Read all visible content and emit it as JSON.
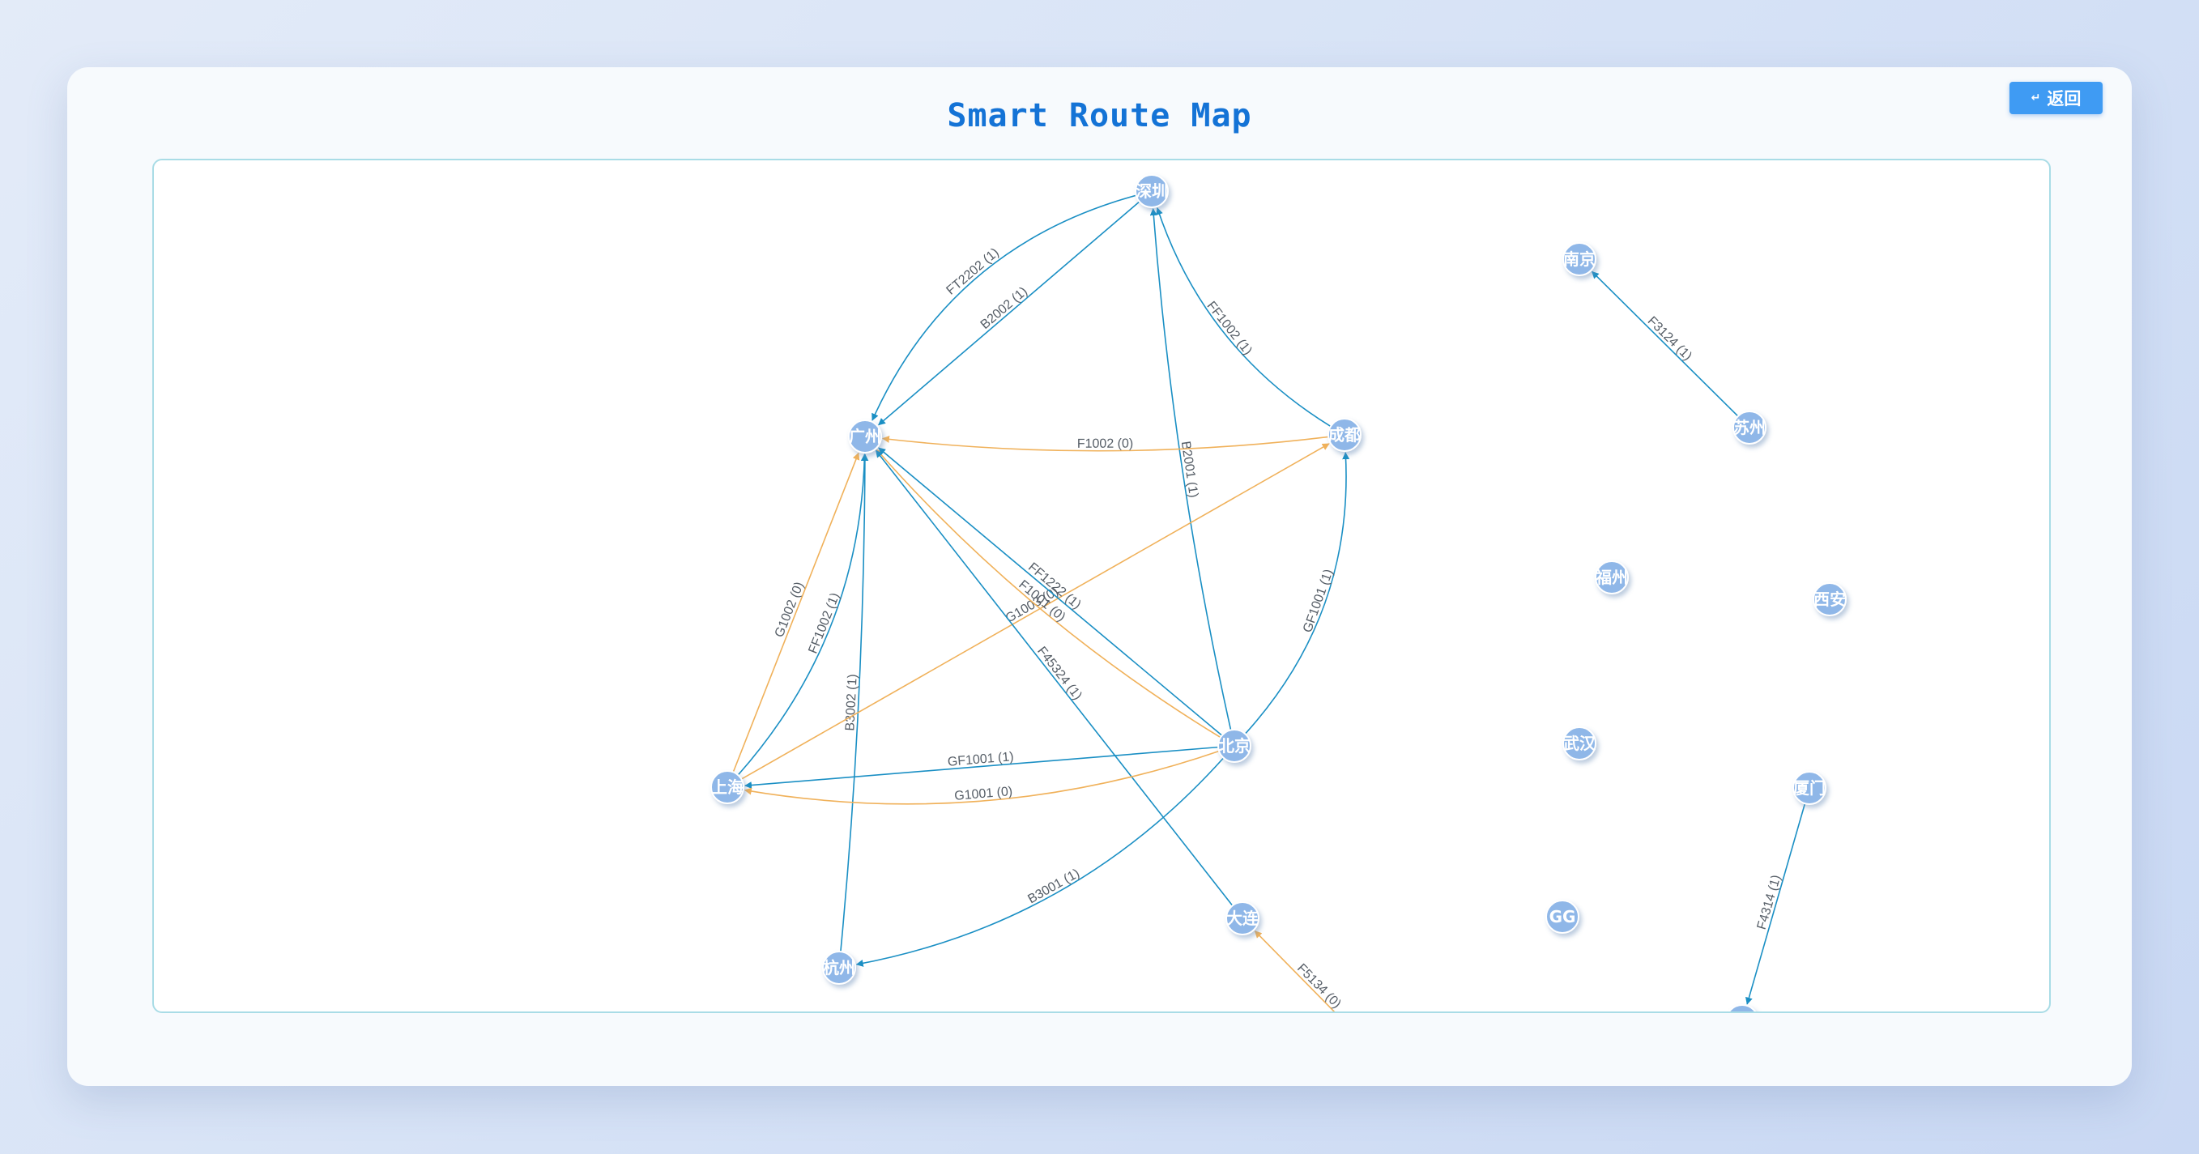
{
  "title": "Smart Route Map",
  "back_button": {
    "icon": "back-icon",
    "label": "返回"
  },
  "colors": {
    "status_1": "#1a8fc4",
    "status_0": "#f0b15a",
    "node": "#8fb7e8",
    "title": "#1473d6"
  },
  "nodes": [
    {
      "id": "shenzhen",
      "label": "深圳"
    },
    {
      "id": "guangzhou",
      "label": "广州"
    },
    {
      "id": "chengdu",
      "label": "成都"
    },
    {
      "id": "nanjing",
      "label": "南京"
    },
    {
      "id": "suzhou",
      "label": "苏州"
    },
    {
      "id": "fuzhou",
      "label": "福州"
    },
    {
      "id": "xian",
      "label": "西安"
    },
    {
      "id": "shanghai",
      "label": "上海"
    },
    {
      "id": "beijing",
      "label": "北京"
    },
    {
      "id": "wuhan",
      "label": "武汉"
    },
    {
      "id": "xiamen",
      "label": "厦门"
    },
    {
      "id": "dalian",
      "label": "大连"
    },
    {
      "id": "gg",
      "label": "GG"
    },
    {
      "id": "hangzhou",
      "label": "杭州"
    },
    {
      "id": "unlabeled",
      "label": ""
    }
  ],
  "edges": [
    {
      "from": "shenzhen",
      "to": "guangzhou",
      "label": "FT2202 (1)",
      "status": 1
    },
    {
      "from": "shenzhen",
      "to": "guangzhou",
      "label": "B2002 (1)",
      "status": 1
    },
    {
      "from": "chengdu",
      "to": "shenzhen",
      "label": "FF1002 (1)",
      "status": 1
    },
    {
      "from": "beijing",
      "to": "shenzhen",
      "label": "B2001 (1)",
      "status": 1
    },
    {
      "from": "chengdu",
      "to": "guangzhou",
      "label": "F1002 (0)",
      "status": 0
    },
    {
      "from": "suzhou",
      "to": "nanjing",
      "label": "F3124 (1)",
      "status": 1
    },
    {
      "from": "shanghai",
      "to": "guangzhou",
      "label": "FF1002 (1)",
      "status": 1
    },
    {
      "from": "shanghai",
      "to": "guangzhou",
      "label": "G1002 (0)",
      "status": 0
    },
    {
      "from": "hangzhou",
      "to": "guangzhou",
      "label": "B3002 (1)",
      "status": 1
    },
    {
      "from": "shanghai",
      "to": "chengdu",
      "label": "G1003 (0)",
      "status": 0
    },
    {
      "from": "beijing",
      "to": "guangzhou",
      "label": "F1001 (0)",
      "status": 0
    },
    {
      "from": "beijing",
      "to": "guangzhou",
      "label": "FF1222 (1)",
      "status": 1
    },
    {
      "from": "dalian",
      "to": "guangzhou",
      "label": "F45324 (1)",
      "status": 1
    },
    {
      "from": "beijing",
      "to": "chengdu",
      "label": "GF1001 (1)",
      "status": 1
    },
    {
      "from": "beijing",
      "to": "shanghai",
      "label": "GF1001 (1)",
      "status": 1
    },
    {
      "from": "beijing",
      "to": "shanghai",
      "label": "G1001 (0)",
      "status": 0
    },
    {
      "from": "beijing",
      "to": "hangzhou",
      "label": "B3001 (1)",
      "status": 1
    },
    {
      "from": "unlabeled_offscreen",
      "to": "dalian",
      "label": "F5134 (0)",
      "status": 0
    },
    {
      "from": "xiamen",
      "to": "unlabeled",
      "label": "F4314 (1)",
      "status": 1
    }
  ]
}
